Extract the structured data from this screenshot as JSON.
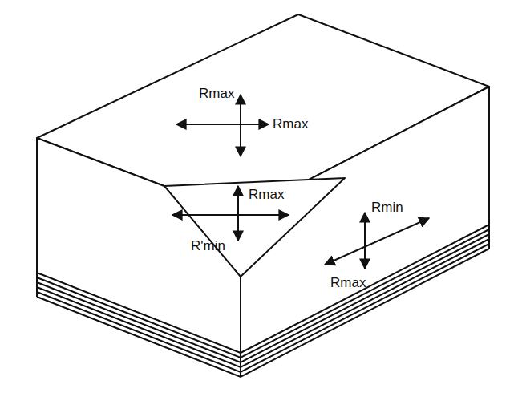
{
  "diagram": {
    "labels": [
      "Rmax",
      "Rmax",
      "Rmax",
      "R'min",
      "Rmin",
      "Rmax"
    ]
  }
}
